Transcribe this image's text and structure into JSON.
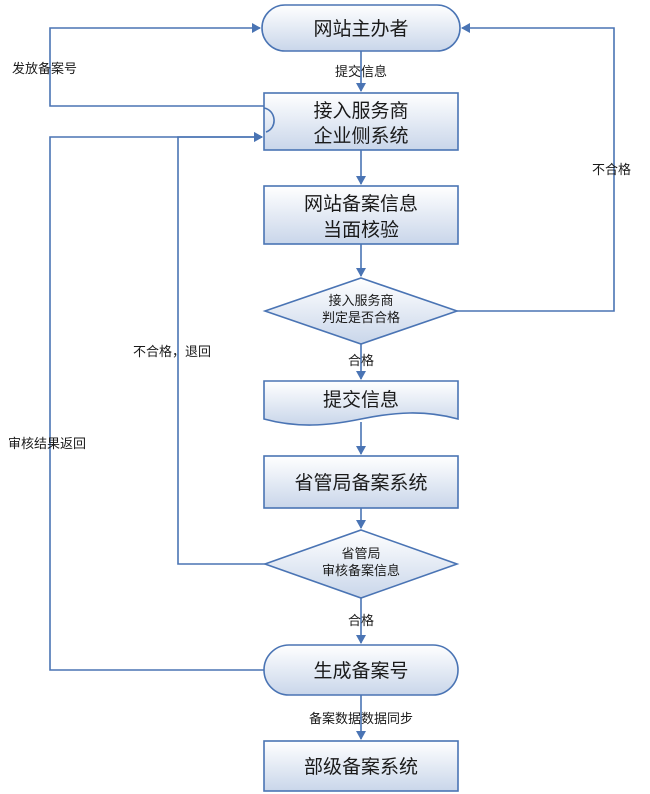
{
  "nodes": {
    "sponsor": "网站主办者",
    "isp_system": [
      "接入服务商",
      "企业侧系统"
    ],
    "site_verify": [
      "网站备案信息",
      "当面核验"
    ],
    "isp_decision": [
      "接入服务商",
      "判定是否合格"
    ],
    "submit_doc": "提交信息",
    "province_system": "省管局备案系统",
    "province_decision": [
      "省管局",
      "审核备案信息"
    ],
    "generate_number": "生成备案号",
    "ministry_system": "部级备案系统"
  },
  "edge_labels": {
    "submit_info": "提交信息",
    "issue_number": "发放备案号",
    "isp_fail": "不合格",
    "isp_pass": "合格",
    "province_fail": "不合格，退回",
    "province_pass": "合格",
    "result_return": "审核结果返回",
    "sync": "备案数据数据同步"
  },
  "colors": {
    "edge": "#4a74b4",
    "fill_top": "#ffffff",
    "fill_bottom": "#c9d6ea"
  }
}
